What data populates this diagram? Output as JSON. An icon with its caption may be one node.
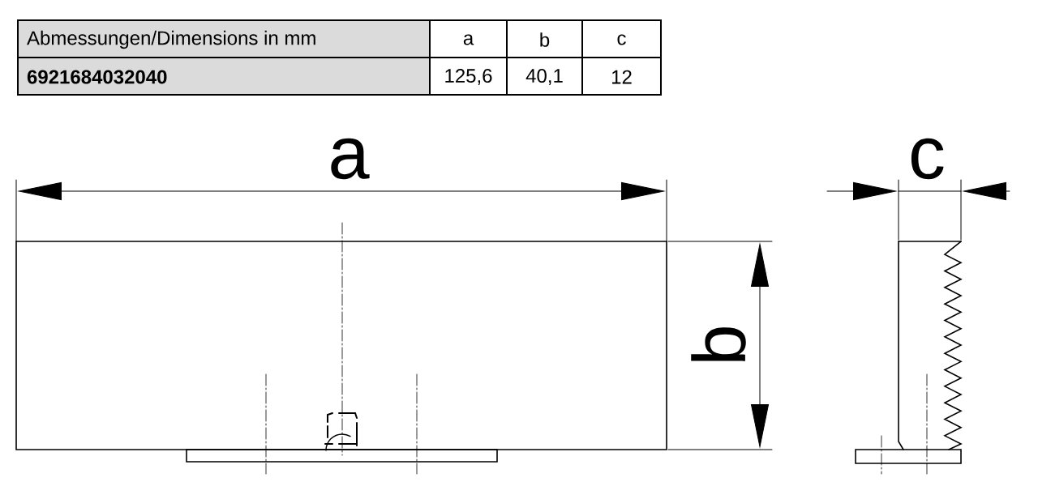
{
  "diagram": {
    "labels": [
      "Abmessungen/Dimensions in mm",
      "a",
      "b",
      "c",
      "6921684032040",
      "125,6",
      "40,1",
      "12",
      "a",
      "b",
      "c"
    ]
  }
}
